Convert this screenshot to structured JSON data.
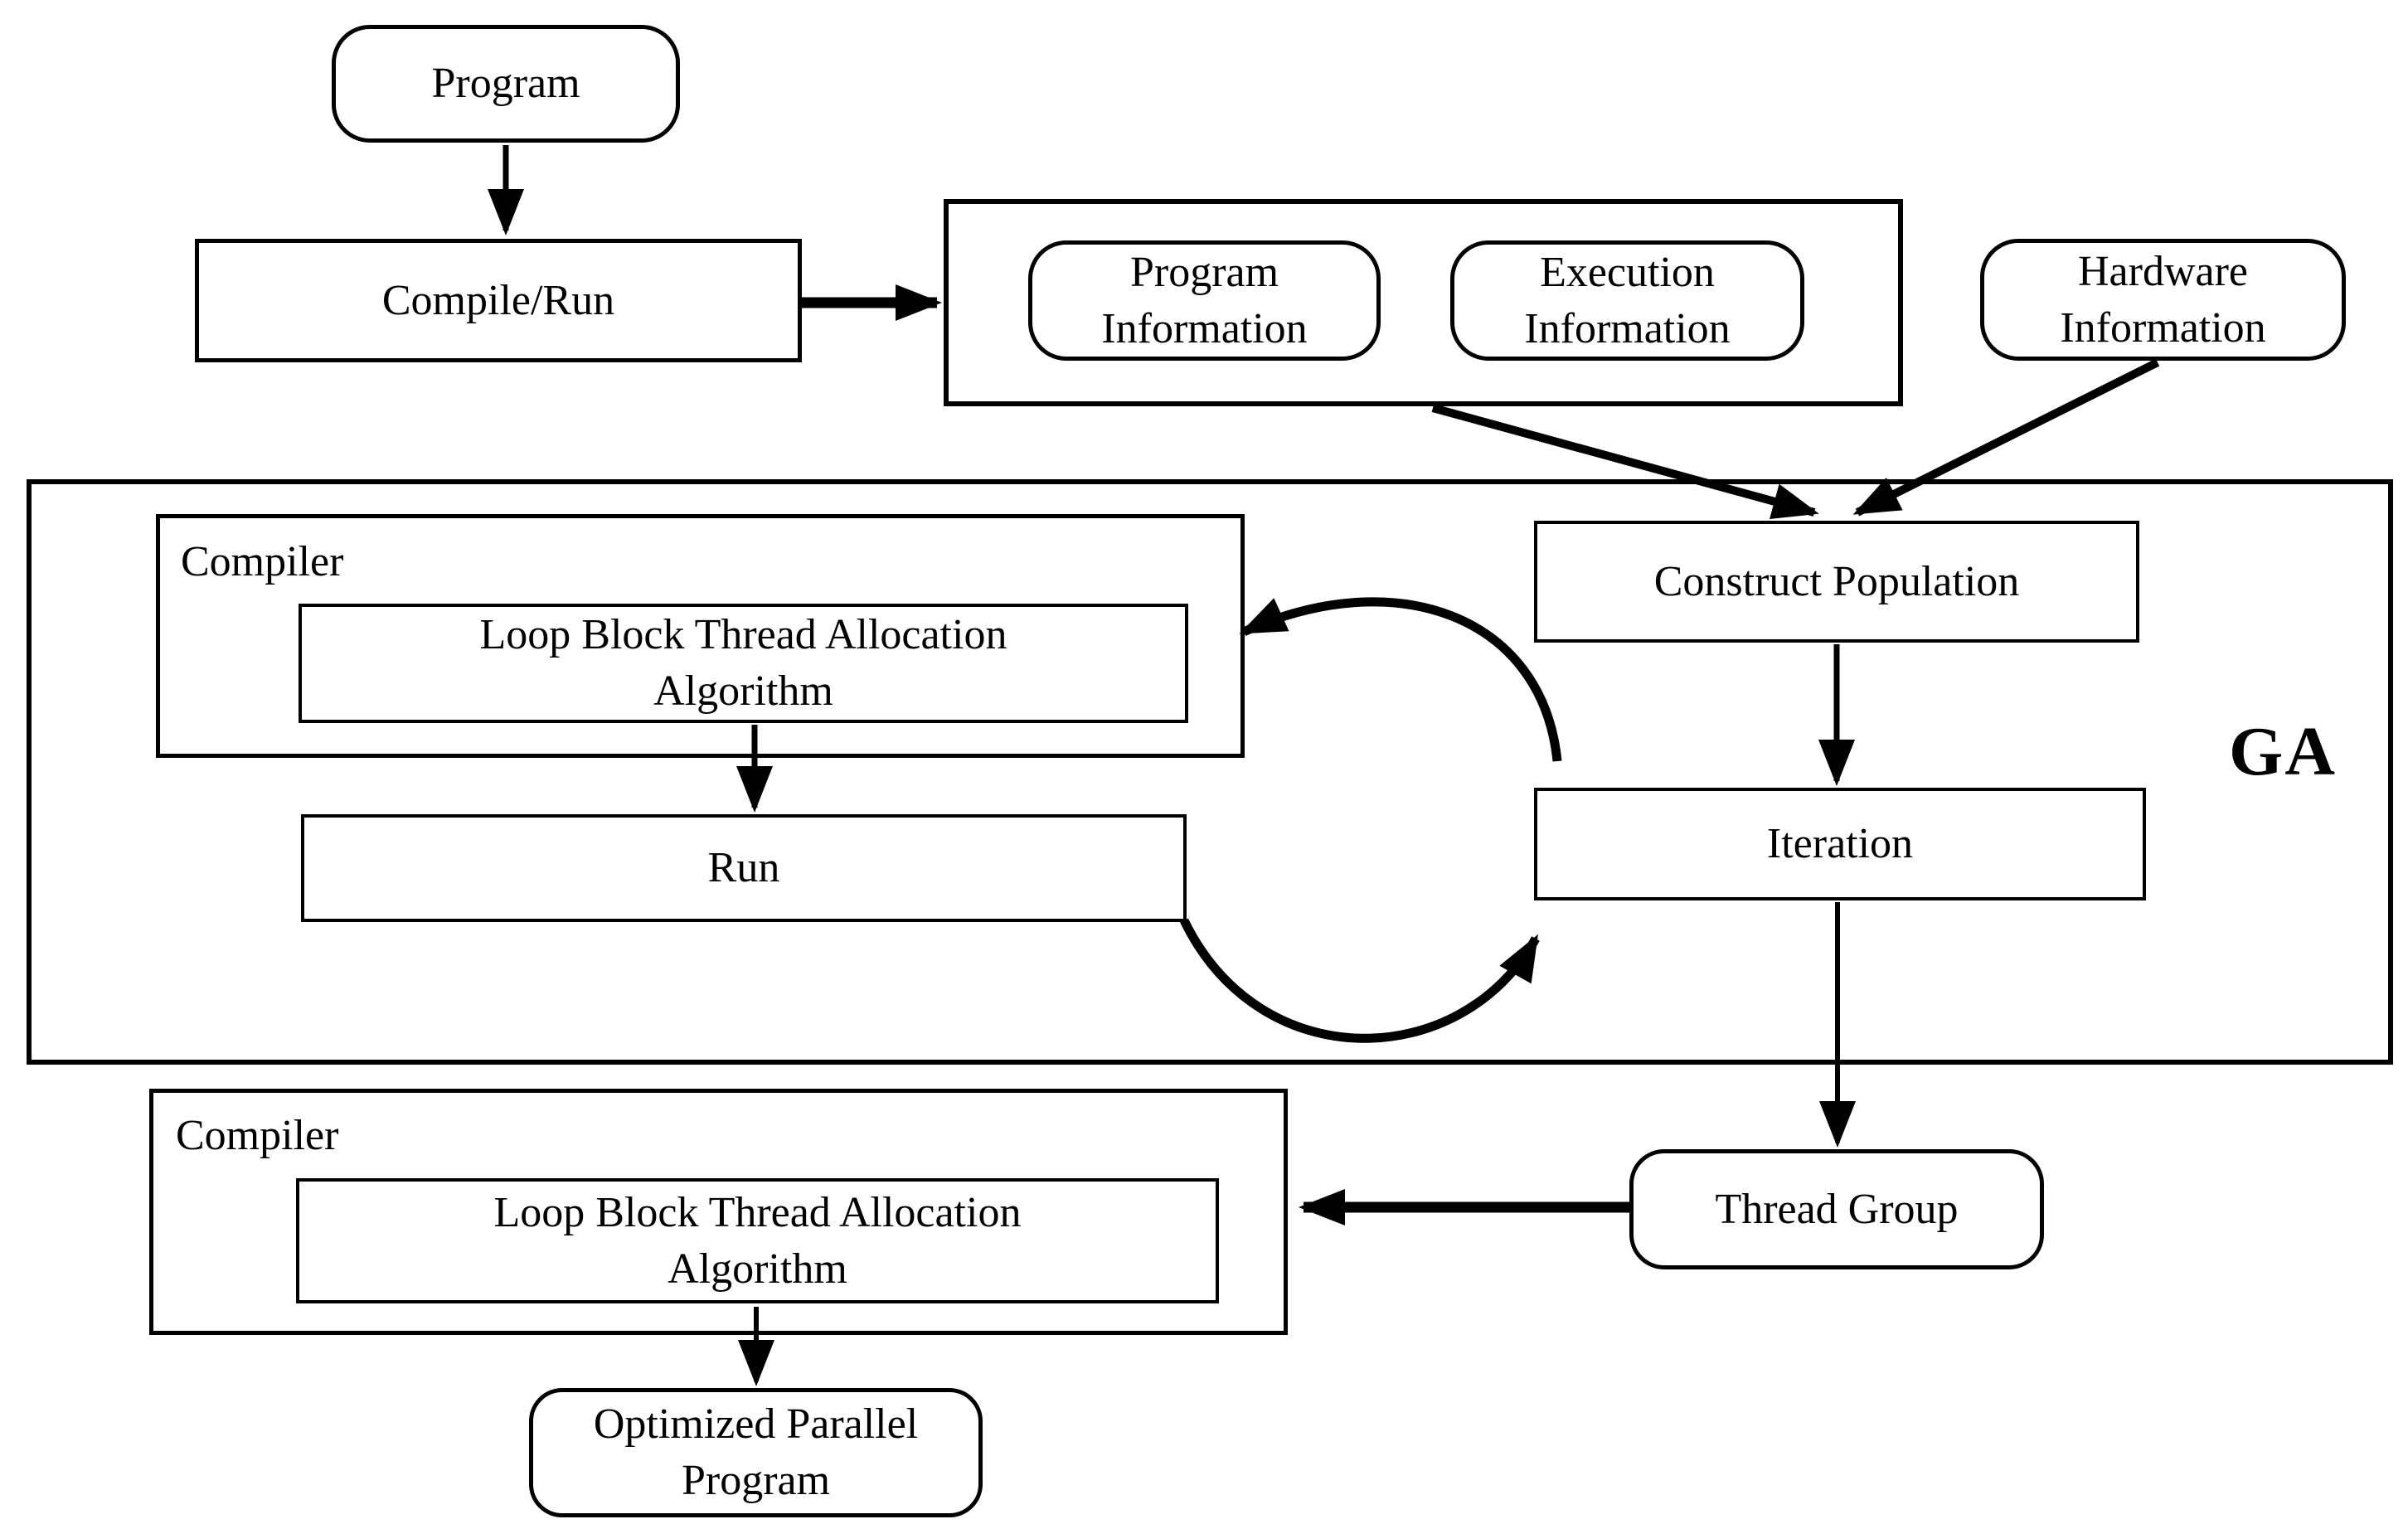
{
  "diagram": {
    "colors": {
      "background": "#ffffff",
      "line": "#000000",
      "text": "#000000"
    },
    "nodes": {
      "program": {
        "label": "Program",
        "shape": "rounded"
      },
      "compile_run": {
        "label": "Compile/Run",
        "shape": "rect"
      },
      "program_information": {
        "label": "Program Information",
        "shape": "rounded"
      },
      "execution_information": {
        "label": "Execution Information",
        "shape": "rounded"
      },
      "hardware_information": {
        "label": "Hardware Information",
        "shape": "rounded"
      },
      "ga": {
        "label": "GA",
        "shape": "frame"
      },
      "compiler_top": {
        "label": "Compiler",
        "shape": "frame"
      },
      "loop_block_top": {
        "label": "Loop Block Thread Allocation Algorithm",
        "shape": "rect"
      },
      "run": {
        "label": "Run",
        "shape": "rect"
      },
      "construct_population": {
        "label": "Construct Population",
        "shape": "rect"
      },
      "iteration": {
        "label": "Iteration",
        "shape": "rect"
      },
      "thread_group": {
        "label": "Thread Group",
        "shape": "rounded"
      },
      "compiler_bottom": {
        "label": "Compiler",
        "shape": "frame"
      },
      "loop_block_bottom": {
        "label": "Loop Block Thread Allocation Algorithm",
        "shape": "rect"
      },
      "optimized_parallel_program": {
        "label": "Optimized Parallel Program",
        "shape": "rounded"
      }
    },
    "edges": [
      {
        "from": "program",
        "to": "compile_run",
        "style": "arrow"
      },
      {
        "from": "compile_run",
        "to": "information_group",
        "style": "thick-arrow"
      },
      {
        "from": "information_group",
        "to": "construct_population",
        "style": "thick-arrow"
      },
      {
        "from": "hardware_information",
        "to": "construct_population",
        "style": "thick-arrow"
      },
      {
        "from": "construct_population",
        "to": "iteration",
        "style": "arrow"
      },
      {
        "from": "loop_block_top",
        "to": "run",
        "style": "arrow"
      },
      {
        "from": "iteration",
        "to": "compiler_top",
        "style": "curved-arrow"
      },
      {
        "from": "run",
        "to": "iteration",
        "style": "curved-arrow"
      },
      {
        "from": "iteration",
        "to": "thread_group",
        "style": "arrow"
      },
      {
        "from": "thread_group",
        "to": "compiler_bottom",
        "style": "thick-arrow"
      },
      {
        "from": "loop_block_bottom",
        "to": "optimized_parallel_program",
        "style": "arrow"
      }
    ]
  }
}
